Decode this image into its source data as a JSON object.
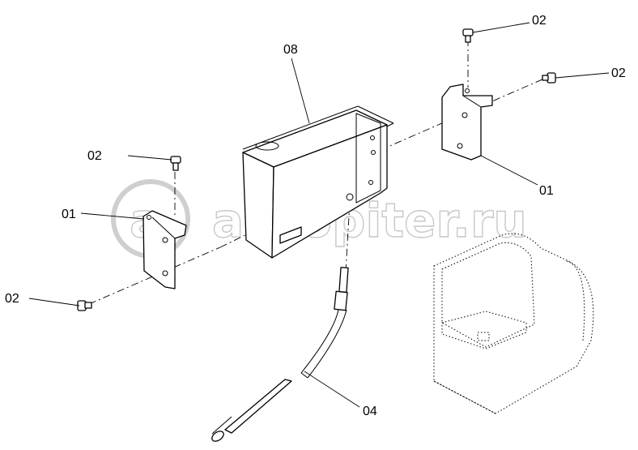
{
  "callouts": {
    "box": "08",
    "bolt_top_right": "02",
    "bolt_right": "02",
    "bracket_right": "01",
    "bolt_left_top": "02",
    "bracket_left": "01",
    "bolt_left_bottom": "02",
    "cable": "04"
  },
  "watermark": {
    "text": "autopiter.ru",
    "logo": "a"
  }
}
